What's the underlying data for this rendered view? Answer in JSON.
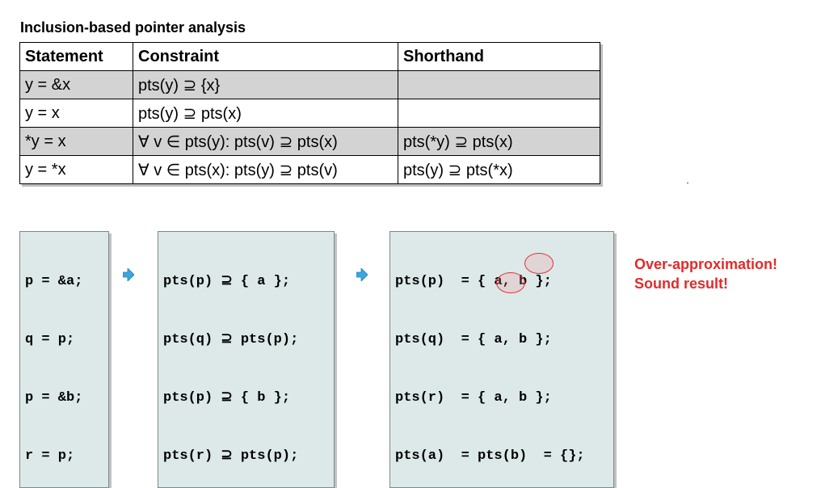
{
  "title": "Inclusion-based pointer analysis",
  "table": {
    "headers": [
      "Statement",
      "Constraint",
      "Shorthand"
    ],
    "rows": [
      [
        "y = &x",
        "pts(y) ⊇ {x}",
        ""
      ],
      [
        "y = x",
        "pts(y) ⊇ pts(x)",
        ""
      ],
      [
        "*y = x",
        "∀ v ∈ pts(y):  pts(v) ⊇ pts(x)",
        "pts(*y) ⊇ pts(x)"
      ],
      [
        "y = *x",
        "∀ v ∈ pts(x):  pts(y) ⊇ pts(v)",
        "pts(y) ⊇ pts(*x)"
      ]
    ]
  },
  "program": [
    "p = &a;",
    "q = p;",
    "p = &b;",
    "r = p;"
  ],
  "constraints": [
    "pts(p) ⊇ { a };",
    "pts(q) ⊇ pts(p);",
    "pts(p) ⊇ { b };",
    "pts(r) ⊇ pts(p);"
  ],
  "solution": [
    "pts(p)  = { a, b };",
    "pts(q)  = { a, b };",
    "pts(r)  = { a, b };",
    "pts(a)  = pts(b)  = {};"
  ],
  "remarks": [
    "Over-approximation!",
    "Sound result!"
  ],
  "colors": {
    "remark": "#e32a2a",
    "code_bg": "#dde9e9",
    "arrow": "#3ba7e0",
    "shaded_row": "#d3d3d3"
  }
}
